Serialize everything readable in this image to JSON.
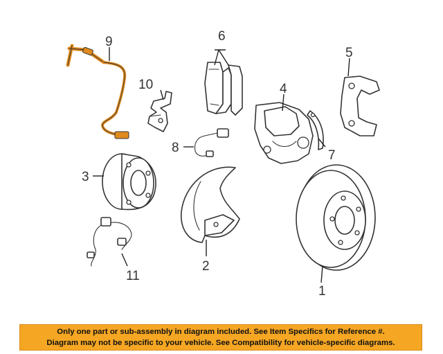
{
  "diagram": {
    "highlight_color": "#e08a1e",
    "callouts": {
      "p1": "1",
      "p2": "2",
      "p3": "3",
      "p4": "4",
      "p5": "5",
      "p6": "6",
      "p7": "7",
      "p8": "8",
      "p9": "9",
      "p10": "10",
      "p11": "11"
    }
  },
  "notice": {
    "background": "#f5a623",
    "line1": "Only one part or sub-assembly in diagram included. See Item Specifics for Reference #.",
    "line2": "Diagram may not be specific to your vehicle. See Compatibility for vehicle-specific diagrams."
  }
}
